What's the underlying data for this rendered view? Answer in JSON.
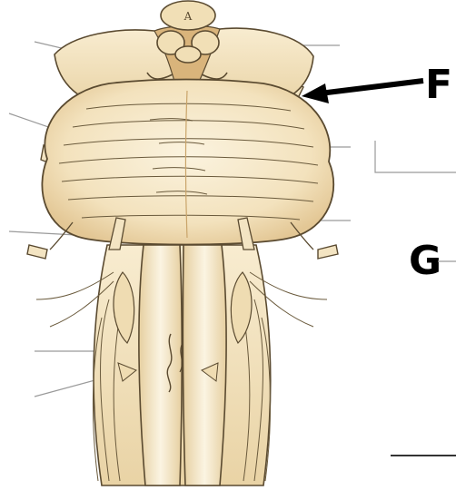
{
  "diagram": {
    "labels": {
      "f": "F",
      "g": "G"
    },
    "structure_mark": "A",
    "colors": {
      "background": "#ffffff",
      "tissue_base": "#f6ebcf",
      "tissue_shade": "#e3c795",
      "tissue_dark": "#c9a46a",
      "outline": "#5a4a30",
      "leader_line": "#9a9a9a",
      "arrow": "#000000"
    }
  }
}
